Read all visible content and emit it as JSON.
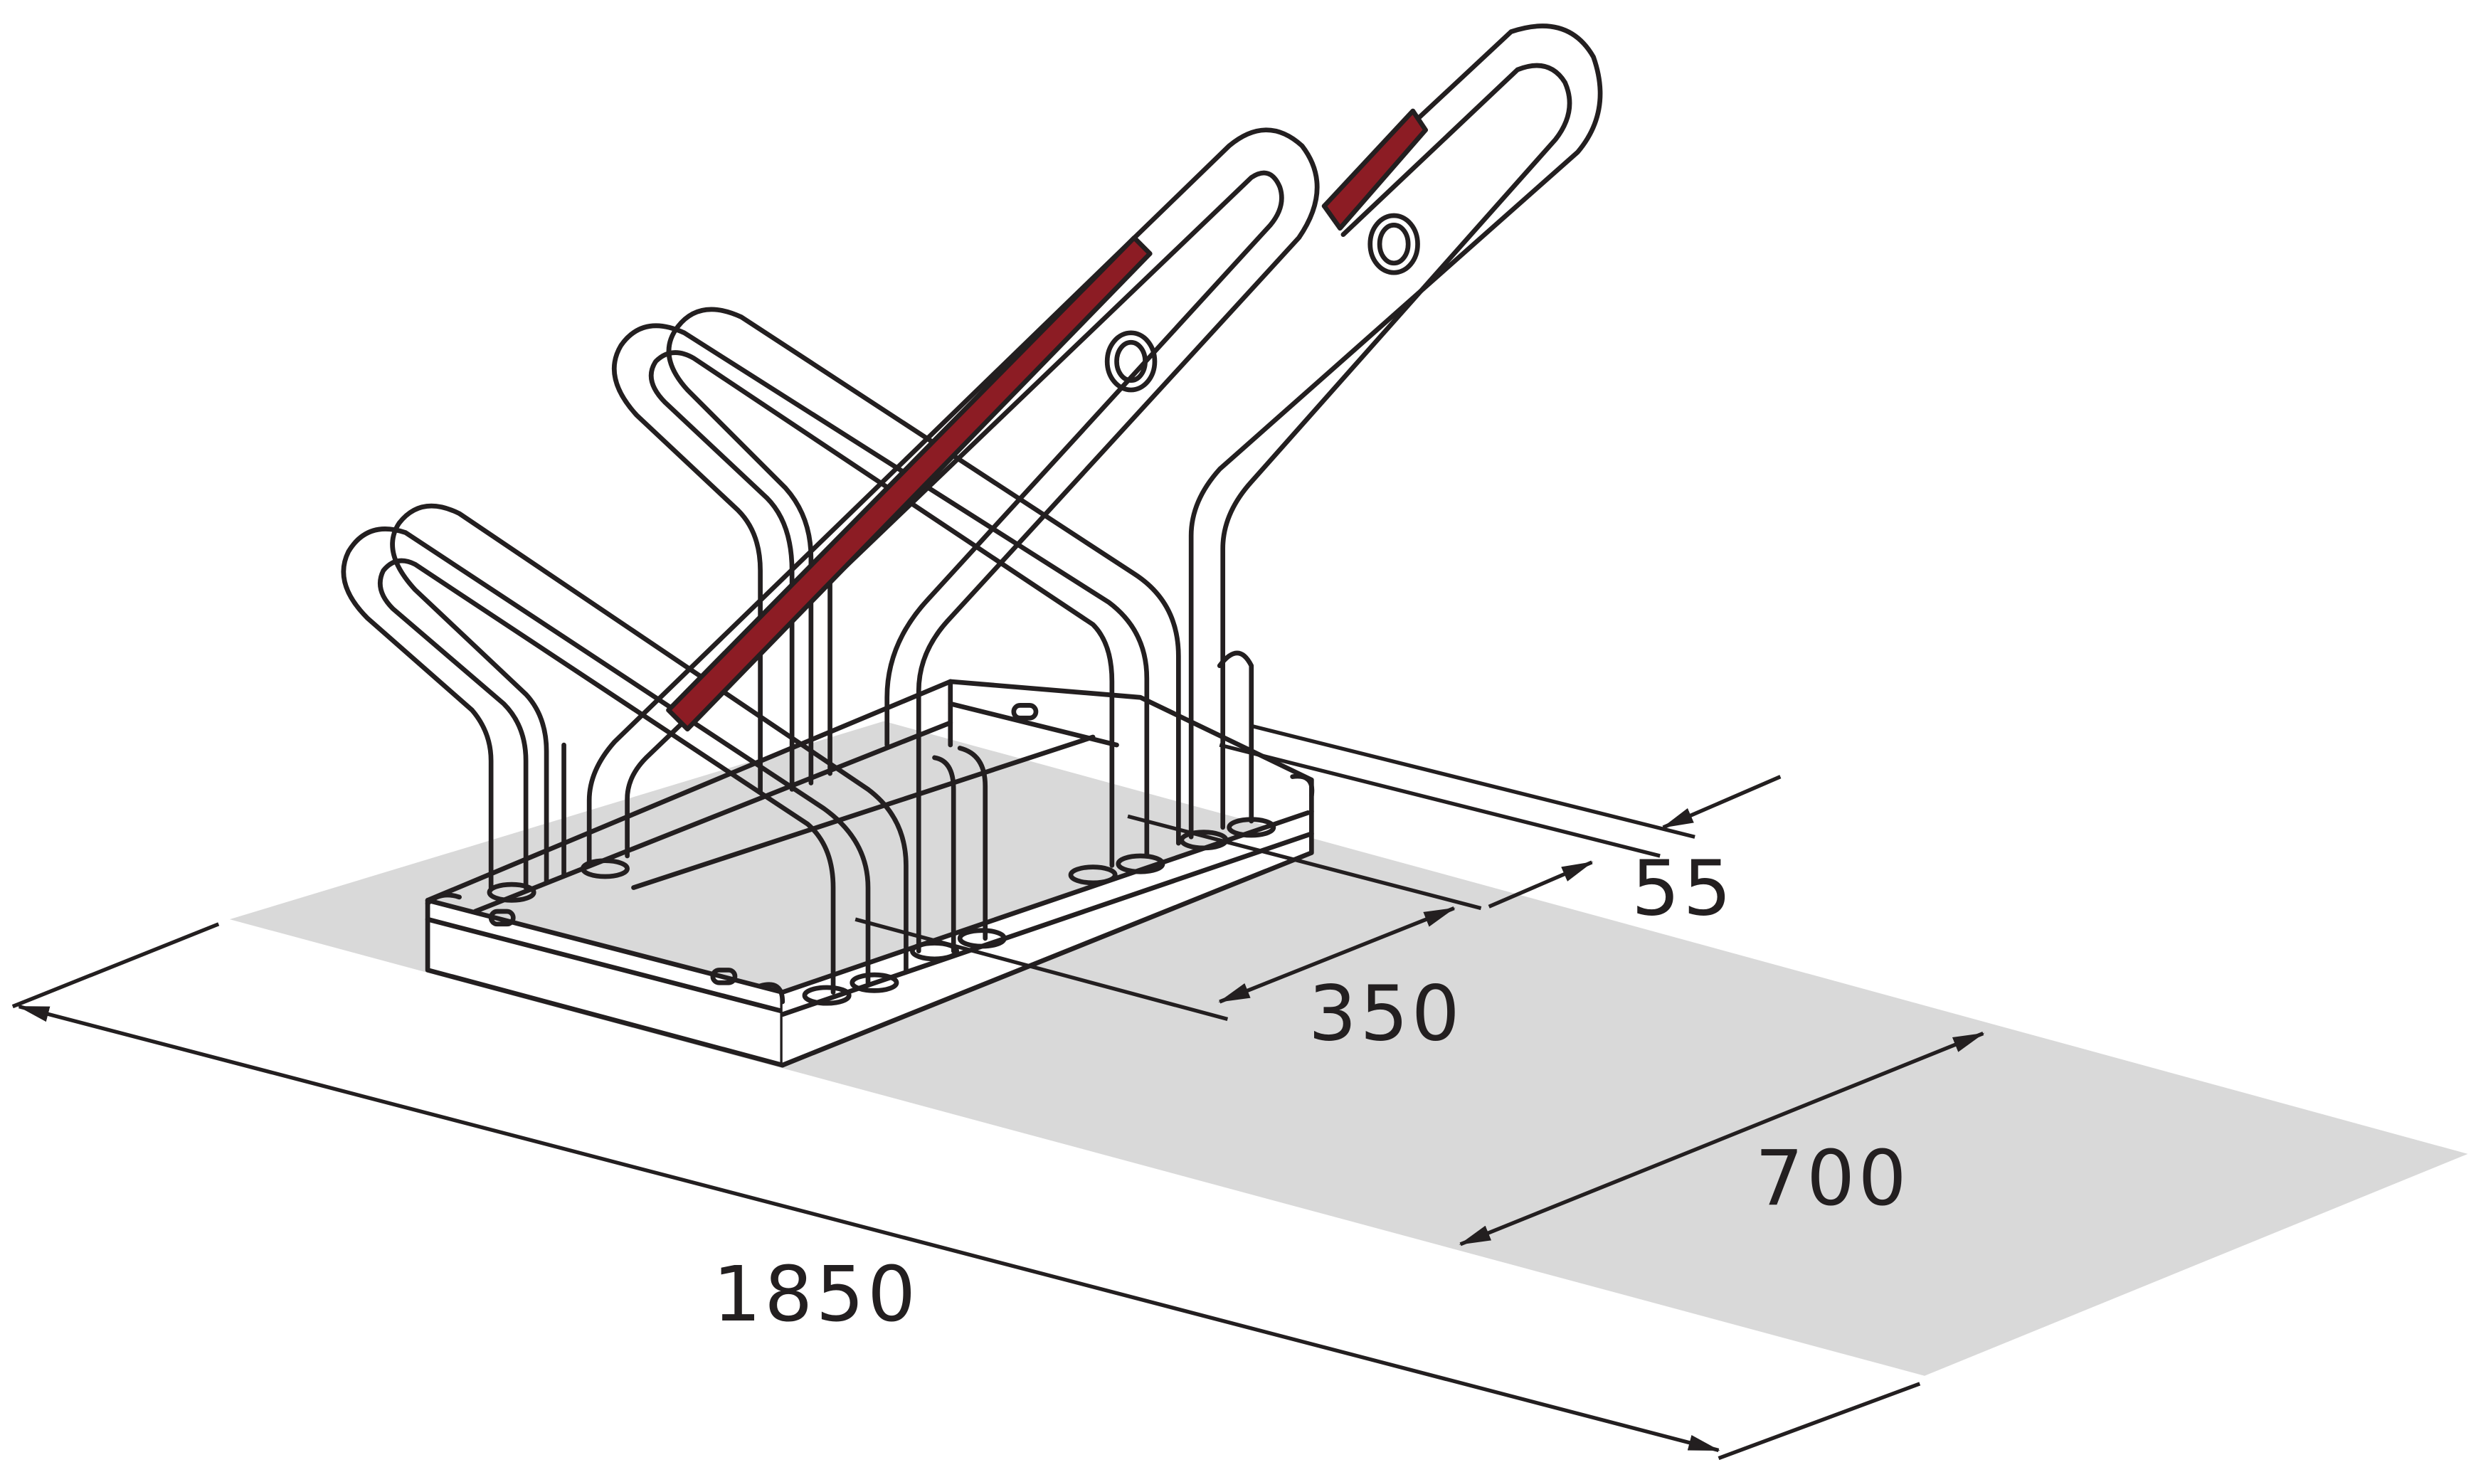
{
  "colors": {
    "ground": "#d9d9d9",
    "line": "#231f20",
    "accent": "#8c1c24",
    "background": "#ffffff"
  },
  "dimensions": {
    "length": "1850",
    "depth": "700",
    "spacing": "350",
    "offset": "55"
  }
}
